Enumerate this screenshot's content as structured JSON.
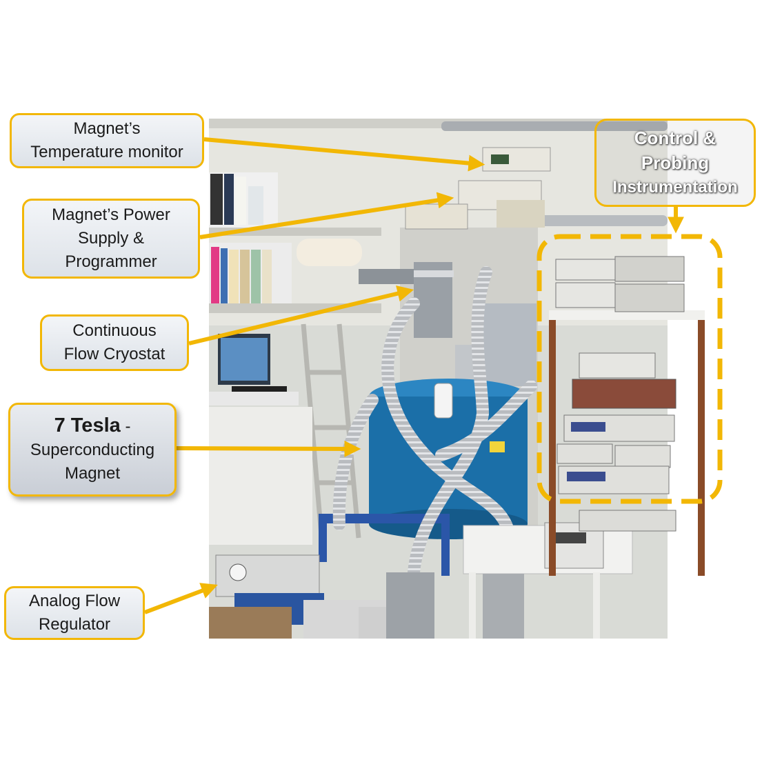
{
  "figure": {
    "colors": {
      "accent": "#F2B705",
      "magnet_body": "#1b6fa8",
      "rack_frame": "#8a4b28"
    },
    "callouts": {
      "temperature_monitor": [
        "Magnet’s",
        "Temperature monitor"
      ],
      "power_supply": [
        "Magnet’s Power",
        "Supply &",
        "Programmer"
      ],
      "cryostat": [
        "Continuous",
        "Flow Cryostat"
      ],
      "magnet": {
        "title": "7 Tesla",
        "dash": "-",
        "line2": "Superconducting",
        "line3": "Magnet"
      },
      "flow_regulator": [
        "Analog Flow",
        "Regulator"
      ],
      "control": [
        "Control &",
        "Probing",
        "Instrumentation"
      ]
    }
  }
}
